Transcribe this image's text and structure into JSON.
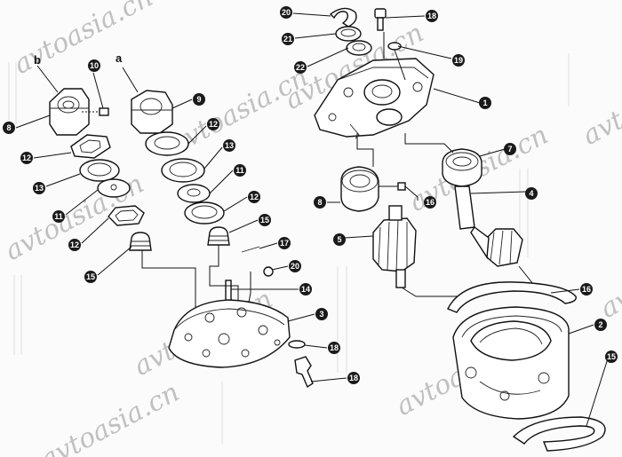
{
  "watermark": {
    "text": "avtoasia.cn"
  },
  "colors": {
    "line": "#111111",
    "callout_fill": "#1a1a1a",
    "callout_text": "#ffffff",
    "watermark": "#787878"
  },
  "letters": {
    "a": "a",
    "b": "b"
  },
  "callouts": [
    {
      "id": "c20",
      "label": "20"
    },
    {
      "id": "c21",
      "label": "21"
    },
    {
      "id": "c22",
      "label": "22"
    },
    {
      "id": "c18a",
      "label": "18"
    },
    {
      "id": "c19",
      "label": "19"
    },
    {
      "id": "c1",
      "label": "1"
    },
    {
      "id": "c7",
      "label": "7"
    },
    {
      "id": "c4",
      "label": "4"
    },
    {
      "id": "c16a",
      "label": "16"
    },
    {
      "id": "c8b",
      "label": "8"
    },
    {
      "id": "c5",
      "label": "5"
    },
    {
      "id": "c16b",
      "label": "16"
    },
    {
      "id": "c2",
      "label": "2"
    },
    {
      "id": "c15a",
      "label": "15"
    },
    {
      "id": "c10",
      "label": "10"
    },
    {
      "id": "c9",
      "label": "9"
    },
    {
      "id": "c8a",
      "label": "8"
    },
    {
      "id": "c12a",
      "label": "12"
    },
    {
      "id": "c13a",
      "label": "13"
    },
    {
      "id": "c11a",
      "label": "11"
    },
    {
      "id": "c12b",
      "label": "12"
    },
    {
      "id": "c12c",
      "label": "12"
    },
    {
      "id": "c13b",
      "label": "13"
    },
    {
      "id": "c11b",
      "label": "11"
    },
    {
      "id": "c12d",
      "label": "12"
    },
    {
      "id": "c15b",
      "label": "15"
    },
    {
      "id": "c15c",
      "label": "15"
    },
    {
      "id": "c17",
      "label": "17"
    },
    {
      "id": "c20b",
      "label": "20"
    },
    {
      "id": "c14",
      "label": "14"
    },
    {
      "id": "c3",
      "label": "3"
    },
    {
      "id": "c18b",
      "label": "18"
    },
    {
      "id": "c18c",
      "label": "18"
    }
  ]
}
